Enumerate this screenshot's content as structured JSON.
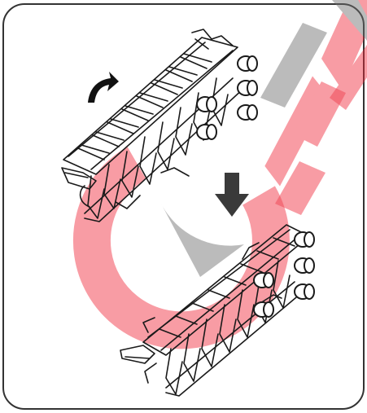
{
  "diagram": {
    "kind": "instruction-illustration",
    "steps": [
      {
        "icon": "rotate-arrow-icon",
        "meaning": "rotate"
      },
      {
        "icon": "down-arrow-icon",
        "meaning": "move down"
      }
    ],
    "parts": [
      "top-rack",
      "lower-rack",
      "roller-wheels"
    ]
  },
  "watermark": {
    "text": "EX",
    "colors": {
      "red": "#ee2b3c",
      "gray": "#6e6e6e"
    }
  },
  "colors": {
    "line": "#1a1a1a",
    "frame": "#333333",
    "arrow": "#111111",
    "down_arrow": "#3a3a3a"
  }
}
